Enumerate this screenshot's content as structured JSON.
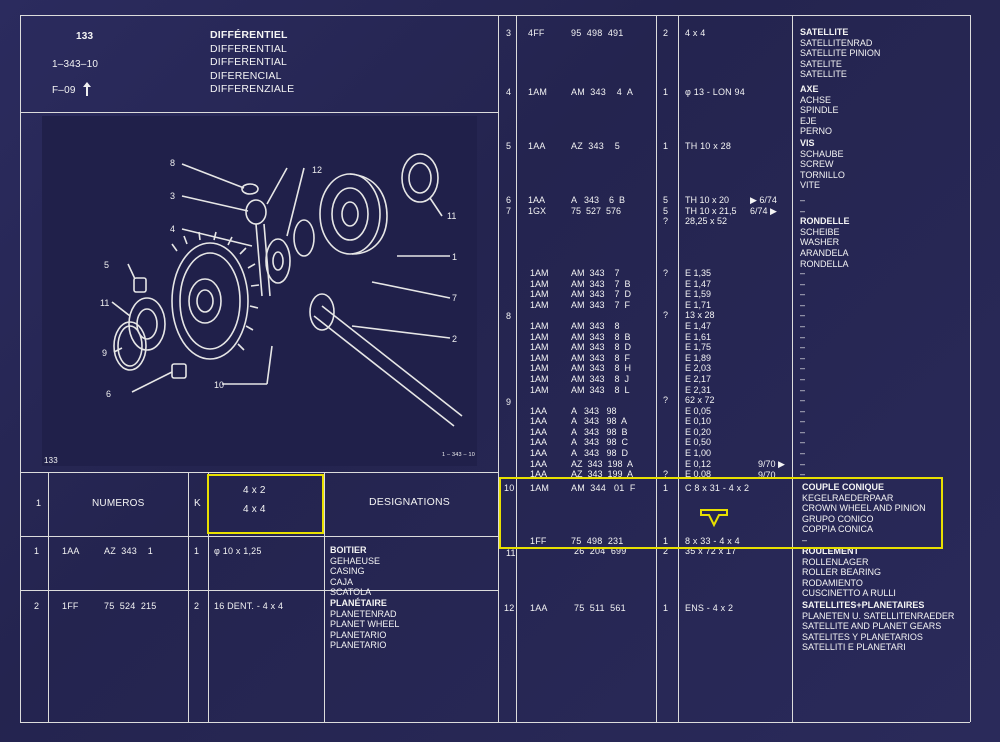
{
  "header": {
    "page": "133",
    "ref": "1–343–10",
    "fig": "F–09",
    "arrow_icon": "up-arrow-icon",
    "titles": [
      "DIFFÉRENTIEL",
      "DIFFERENTIAL",
      "DIFFERENTIAL",
      "DIFERENCIAL",
      "DIFFERENZIALE"
    ]
  },
  "figure": {
    "page_label": "133",
    "code": "1 – 343 – 10",
    "callouts": [
      "8",
      "3",
      "12",
      "4",
      "1",
      "5",
      "11",
      "7",
      "2",
      "9",
      "6",
      "10",
      "11"
    ]
  },
  "columns": {
    "col1": "1",
    "numeros": "NUMEROS",
    "k": "K",
    "variants": [
      "4 x 2",
      "4 x 4"
    ],
    "designations": "DESIGNATIONS"
  },
  "left_rows": [
    {
      "item": "1",
      "grp": "1AA",
      "num": "AZ  343    1",
      "k": "1",
      "spec": "φ 10 x 1,25",
      "desig": [
        "BOITIER",
        "GEHAEUSE",
        "CASING",
        "CAJA",
        "SCATOLA"
      ]
    },
    {
      "item": "2",
      "grp": "1FF",
      "num": "75  524  215",
      "k": "2",
      "spec": "16 DENT. - 4 x 4",
      "desig": [
        "PLANÉTAIRE",
        "PLANETENRAD",
        "PLANET WHEEL",
        "PLANETARIO",
        "PLANETARIO"
      ]
    }
  ],
  "right_blocks": {
    "b3": {
      "item": "3",
      "grp": "4FF",
      "num": "95  498  491",
      "k": "2",
      "spec": "4 x 4",
      "desig": [
        "SATELLITE",
        "SATELLITENRAD",
        "SATELLITE PINION",
        "SATELITE",
        "SATELLITE"
      ]
    },
    "b4": {
      "item": "4",
      "grp": "1AM",
      "num": "AM  343    4  A",
      "k": "1",
      "spec": "φ 13 - LON 94",
      "desig": [
        "AXE",
        "ACHSE",
        "SPINDLE",
        "EJE",
        "PERNO"
      ]
    },
    "b5": {
      "item": "5",
      "grp": "1AA",
      "num": "AZ  343    5",
      "k": "1",
      "spec": "TH 10 x 28",
      "desig": [
        "VIS",
        "SCHAUBE",
        "SCREW",
        "TORNILLO",
        "VITE"
      ]
    },
    "b67": {
      "items": [
        "6",
        "7"
      ],
      "grps": [
        "1AA",
        "1GX"
      ],
      "nums": [
        "A   343    6  B",
        "75  527  576"
      ],
      "ks": [
        "5",
        "5",
        "?"
      ],
      "specs": [
        "TH 10 x 20",
        "TH 10 x 21,5",
        "28,25 x 52"
      ],
      "dates": [
        "▶ 6/74",
        "6/74 ▶"
      ],
      "dashes": [
        "–",
        "–"
      ],
      "desig": [
        "RONDELLE",
        "SCHEIBE",
        "WASHER",
        "ARANDELA",
        "RONDELLA"
      ]
    },
    "b8": {
      "item": "8",
      "grps": [
        "1AM",
        "1AM",
        "1AM",
        "1AM",
        "",
        "1AM",
        "1AM",
        "1AM",
        "1AM",
        "1AM",
        "1AM",
        "1AM"
      ],
      "nums": [
        "AM  343    7",
        "AM  343    7  B",
        "AM  343    7  D",
        "AM  343    7  F",
        "",
        "AM  343    8",
        "AM  343    8  B",
        "AM  343    8  D",
        "AM  343    8  F",
        "AM  343    8  H",
        "AM  343    8  J",
        "AM  343    8  L"
      ],
      "ks": [
        "?",
        "",
        "",
        "",
        "?",
        "",
        "",
        "",
        "",
        "",
        "",
        ""
      ],
      "specs": [
        "E 1,35",
        "E 1,47",
        "E 1,59",
        "E 1,71",
        "13 x 28",
        "E 1,47",
        "E 1,61",
        "E 1,75",
        "E 1,89",
        "E 2,03",
        "E 2,17",
        "E 2,31"
      ],
      "dashes": [
        "–",
        "–",
        "–",
        "–",
        "–",
        "–",
        "–",
        "–",
        "–",
        "–",
        "–",
        "–"
      ]
    },
    "b9": {
      "item": "9",
      "grps": [
        "",
        "1AA",
        "1AA",
        "1AA",
        "1AA",
        "1AA",
        "1AA",
        "1AA"
      ],
      "nums": [
        "",
        "A   343   98",
        "A   343   98  A",
        "A   343   98  B",
        "A   343   98  C",
        "A   343   98  D",
        "AZ  343  198  A",
        "AZ  343  199  A"
      ],
      "ks": [
        "?",
        "",
        "",
        "",
        "",
        "",
        "",
        "?"
      ],
      "specs": [
        "62 x 72",
        "E 0,05",
        "E 0,10",
        "E 0,20",
        "E 0,50",
        "E 1,00",
        "E 0,12",
        "E 0,08"
      ],
      "dates": [
        "9/70 ▶",
        "9/70"
      ],
      "dashes": [
        "–",
        "–",
        "–",
        "–",
        "–",
        "–",
        "–",
        "–"
      ]
    },
    "b10": {
      "item": "10",
      "grp": "1AM",
      "num": "AM  344   01  F",
      "k": "1",
      "spec": "C 8 x 31 - 4 x 2",
      "grp2": "1FF",
      "num2": "75  498  231",
      "k2": "1",
      "spec2": "8 x 33 - 4 x 4",
      "desig": [
        "COUPLE CONIQUE",
        "KEGELRAEDERPAAR",
        "CROWN WHEEL AND PINION",
        "GRUPO CONICO",
        "COPPIA CONICA",
        "–"
      ]
    },
    "b11": {
      "item": "11",
      "num": "26  204  699",
      "k": "2",
      "spec": "35 x 72 x 17",
      "desig": [
        "ROULEMENT",
        "ROLLENLAGER",
        "ROLLER BEARING",
        "RODAMIENTO",
        "CUSCINETTO A RULLI"
      ]
    },
    "b12": {
      "item": "12",
      "grp": "1AA",
      "num": "75  511  561",
      "k": "1",
      "spec": "ENS - 4 x 2",
      "desig": [
        "SATELLITES+PLANETAIRES",
        "PLANETEN U. SATELLITENRAEDER",
        "SATELLITE AND PLANET GEARS",
        "SATELITES Y PLANETARIOS",
        "SATELLITI E PLANETARI"
      ]
    }
  },
  "colors": {
    "highlight": "#e8e000",
    "lines": "#dcdcdc",
    "background": "#26265a"
  }
}
